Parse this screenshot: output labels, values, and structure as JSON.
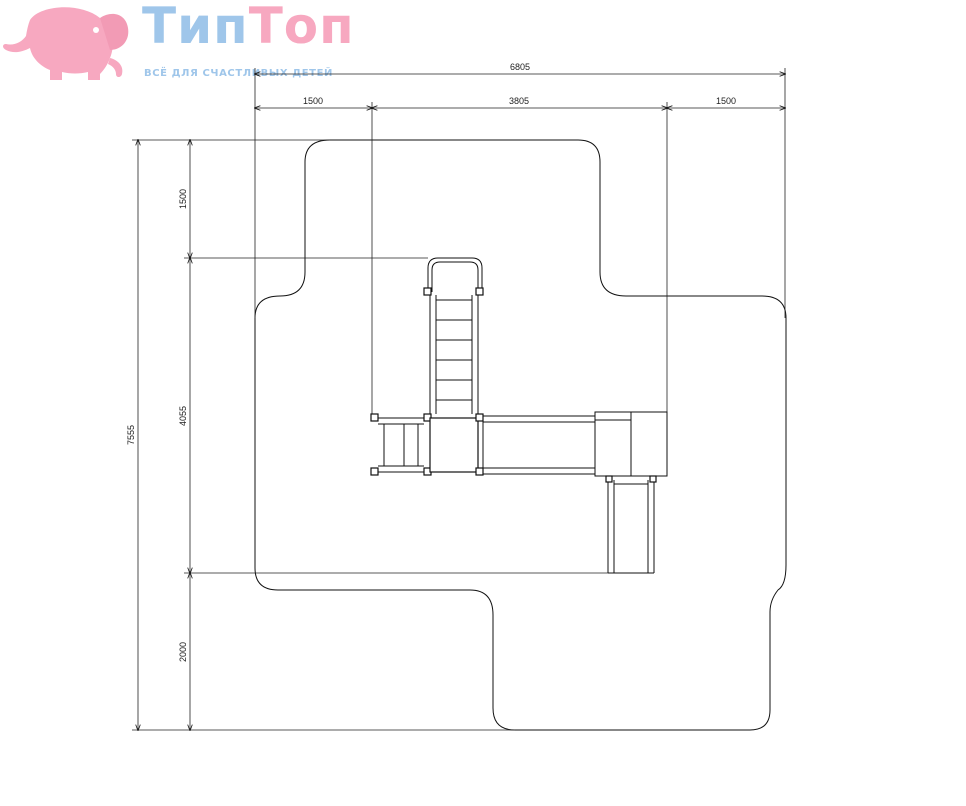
{
  "brand": {
    "name_part1": "Тип",
    "name_part2": "Топ",
    "tagline": "ВСЁ ДЛЯ СЧАСТЛИВЫХ ДЕТЕЙ",
    "colors": {
      "pink": "#f7a8c0",
      "blue": "#9fc6ea"
    },
    "logo_icon": "elephant-icon"
  },
  "dimensions": {
    "overall_width": "6805",
    "left_offset": "1500",
    "center_width": "3805",
    "right_offset": "1500",
    "overall_height": "7555",
    "top_offset": "1500",
    "middle_height": "4055",
    "bottom_offset": "2000"
  }
}
